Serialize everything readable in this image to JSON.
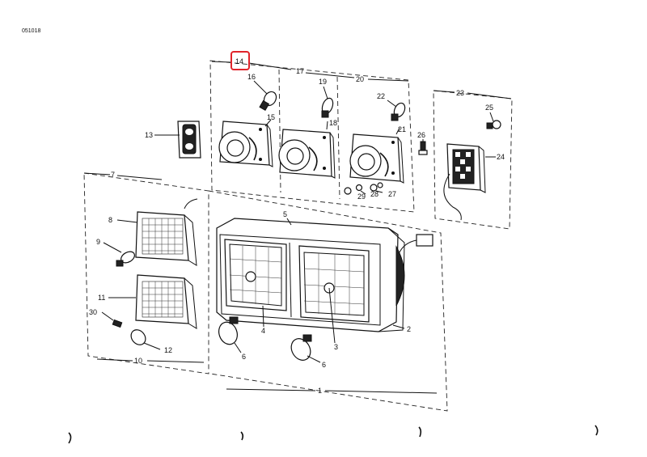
{
  "sheet_code": "051018",
  "callouts": {
    "c1": "1",
    "c2": "2",
    "c3": "3",
    "c4": "4",
    "c5": "5",
    "c6a": "6",
    "c6b": "6",
    "c7": "7",
    "c8": "8",
    "c9": "9",
    "c10": "10",
    "c11": "11",
    "c12": "12",
    "c13": "13",
    "c14": "14",
    "c15": "15",
    "c16": "16",
    "c17": "17",
    "c18": "18",
    "c19": "19",
    "c20": "20",
    "c21": "21",
    "c22": "22",
    "c23": "23",
    "c24": "24",
    "c25": "25",
    "c26": "26",
    "c27": "27",
    "c28": "28",
    "c29": "29",
    "c30": "30"
  },
  "highlight": {
    "target": "14",
    "color": "#e0242b"
  }
}
